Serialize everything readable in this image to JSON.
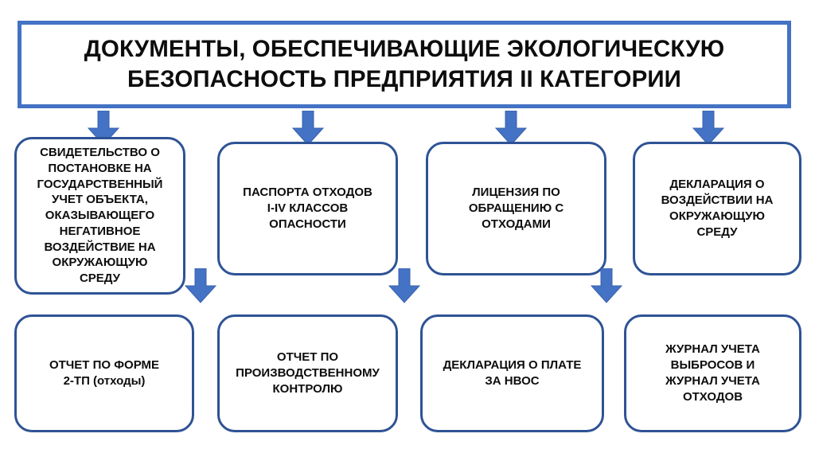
{
  "colors": {
    "banner_border": "#4472C4",
    "box_border": "#2E5395",
    "arrow_fill": "#4472C4",
    "arrow_stroke": "#2E5395",
    "text": "#0D0D0D",
    "background": "#FFFFFF"
  },
  "title": {
    "text": "ДОКУМЕНТЫ, ОБЕСПЕЧИВАЮЩИЕ ЭКОЛОГИЧЕСКУЮ\nБЕЗОПАСНОСТЬ ПРЕДПРИЯТИЯ II КАТЕГОРИИ"
  },
  "rows": [
    {
      "boxes": [
        {
          "text": "СВИДЕТЕЛЬСТВО О\nПОСТАНОВКЕ НА\nГОСУДАРСТВЕННЫЙ\nУЧЕТ ОБЪЕКТА,\nОКАЗЫВАЮЩЕГО\nНЕГАТИВНОЕ\nВОЗДЕЙСТВИЕ НА\nОКРУЖАЮЩУЮ\nСРЕДУ"
        },
        {
          "text": "ПАСПОРТА ОТХОДОВ\nI-IV КЛАССОВ\nОПАСНОСТИ"
        },
        {
          "text": "ЛИЦЕНЗИЯ ПО\nОБРАЩЕНИЮ С\nОТХОДАМИ"
        },
        {
          "text": "ДЕКЛАРАЦИЯ О\nВОЗДЕЙСТВИИ НА\nОКРУЖАЮЩУЮ\nСРЕДУ"
        }
      ]
    },
    {
      "boxes": [
        {
          "text": "ОТЧЕТ ПО ФОРМЕ\n2-ТП (отходы)"
        },
        {
          "text": "ОТЧЕТ ПО\nПРОИЗВОДСТВЕННОМУ\nКОНТРОЛЮ"
        },
        {
          "text": "ДЕКЛАРАЦИЯ О ПЛАТЕ\nЗА НВОС"
        },
        {
          "text": "ЖУРНАЛ УЧЕТА\nВЫБРОСОВ И\nЖУРНАЛ УЧЕТА\nОТХОДОВ"
        }
      ]
    }
  ],
  "arrows": {
    "top": [
      {
        "name": "arrow-down-to-svidetelstvo"
      },
      {
        "name": "arrow-down-to-pasporta"
      },
      {
        "name": "arrow-down-to-litsenziya"
      },
      {
        "name": "arrow-down-to-deklaratsiya-vozdeystvie"
      }
    ],
    "middle": [
      {
        "name": "arrow-down-to-otchet-2tp"
      },
      {
        "name": "arrow-down-to-otchet-proizvodstvennyy"
      },
      {
        "name": "arrow-down-to-deklaratsiya-plata"
      }
    ]
  }
}
